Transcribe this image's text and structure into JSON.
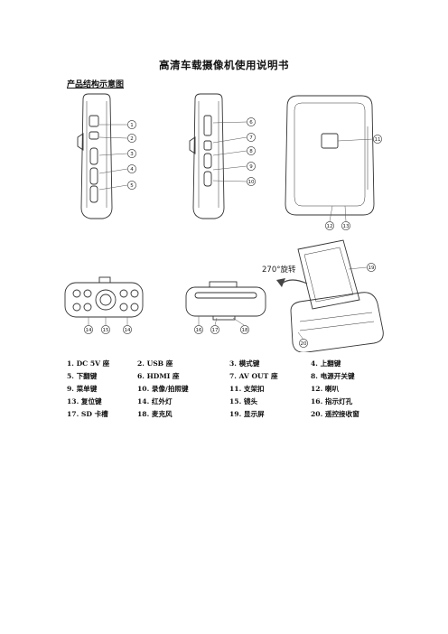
{
  "title": "高清车载摄像机使用说明书",
  "subtitle": "产品结构示意图",
  "callouts": [
    "1",
    "2",
    "3",
    "4",
    "5",
    "6",
    "7",
    "8",
    "9",
    "10",
    "11",
    "12",
    "13",
    "14",
    "15",
    "14",
    "16",
    "17",
    "18",
    "19",
    "20"
  ],
  "rotate_label": "270°旋转",
  "legend": [
    "1.   DC    5V 座",
    "2.    USB 座",
    "3.   模式键",
    "4.    上翻键",
    "5.   下翻键",
    "6.    HDMI 座",
    "7.    AV OUT  座",
    "8.    电源开关键",
    "9.   菜单键",
    "10.  录像/拍照键",
    "11.  支架扣",
    "12.    喇叭",
    "13.  复位键",
    "14.  红外灯",
    "15.  镜头",
    "16.  指示灯孔",
    "17. SD 卡槽",
    "18.  麦克风",
    "19.  显示屏",
    "20.    遥控接收窗"
  ]
}
